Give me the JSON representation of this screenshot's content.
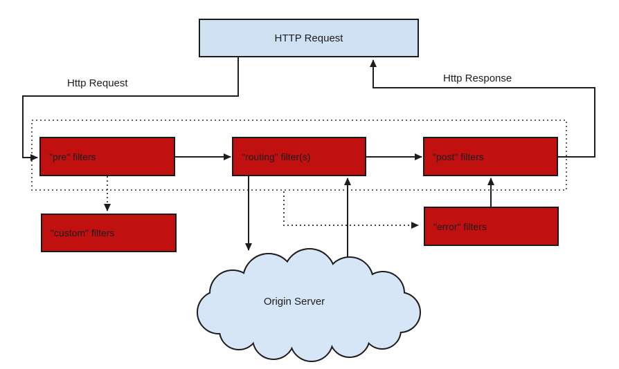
{
  "diagram": {
    "title_box": {
      "label": "HTTP Request"
    },
    "edge_labels": {
      "request": "Http Request",
      "response": "Http Response"
    },
    "filters": {
      "pre": "\"pre\" filters",
      "routing": "\"routing\" filter(s)",
      "post": "\"post\" filters",
      "custom": "\"custom\" filters",
      "error": "\"error\" filters"
    },
    "cloud": {
      "label": "Origin Server"
    },
    "colors": {
      "filter_box": "#c01010",
      "filter_box_border": "#1a1a1a",
      "request_box_fill": "#cfe2f3",
      "cloud_fill": "#d7e6f7",
      "line": "#1d1d1d",
      "dotted": "#5f5f5f",
      "background": "#ffffff",
      "text": "#1c1c1c"
    }
  }
}
